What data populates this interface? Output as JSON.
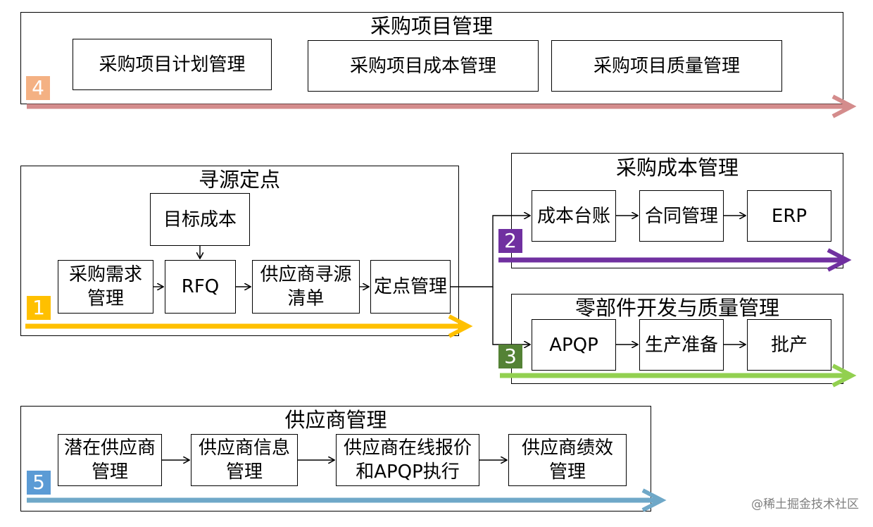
{
  "project_management": {
    "title": "采购项目管理",
    "badge": "4",
    "badge_color": "#f4b183",
    "arrow_color": "#d48c8c",
    "items": [
      "采购项目计划管理",
      "采购项目成本管理",
      "采购项目质量管理"
    ]
  },
  "sourcing": {
    "title": "寻源定点",
    "badge": "1",
    "badge_color": "#ffc000",
    "arrow_color": "#ffc000",
    "target_cost": "目标成本",
    "items": [
      "采购需求\n管理",
      "RFQ",
      "供应商寻源\n清单",
      "定点管理"
    ]
  },
  "cost_management": {
    "title": "采购成本管理",
    "badge": "2",
    "badge_color": "#7030a0",
    "arrow_color": "#7030a0",
    "items": [
      "成本台账",
      "合同管理",
      "ERP"
    ]
  },
  "parts_development": {
    "title": "零部件开发与质量管理",
    "badge": "3",
    "badge_color": "#548235",
    "arrow_color": "#92d050",
    "items": [
      "APQP",
      "生产准备",
      "批产"
    ]
  },
  "supplier_management": {
    "title": "供应商管理",
    "badge": "5",
    "badge_color": "#5b9bd5",
    "arrow_color": "#6fa8c8",
    "items": [
      "潜在供应商\n管理",
      "供应商信息\n管理",
      "供应商在线报价\n和APQP执行",
      "供应商绩效\n管理"
    ]
  },
  "watermark": "@稀土掘金技术社区"
}
